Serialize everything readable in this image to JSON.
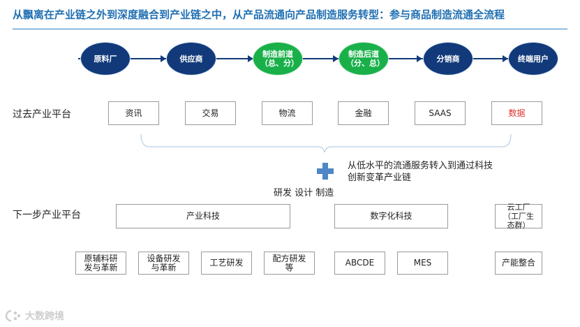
{
  "title": "从飘离在产业链之外到深度融合到产业链之中，从产品流通向产品制造服务转型：参与商品制造流通全流程",
  "chain": [
    {
      "label": "原料厂"
    },
    {
      "label": "供应商"
    },
    {
      "label": "制造前道（总、分）"
    },
    {
      "label": "制造后道（分、总）"
    },
    {
      "label": "分销商"
    },
    {
      "label": "终端用户"
    }
  ],
  "past": {
    "label": "过去产业平台",
    "items": [
      "资讯",
      "交易",
      "物流",
      "金融",
      "SAAS",
      "数据"
    ]
  },
  "transition": {
    "line1": "从低水平的流通服务转入到通过科技",
    "line2": "创新变革产业链",
    "rd": "研发 设计 制造"
  },
  "next": {
    "label": "下一步产业平台",
    "top": [
      "产业科技",
      "数字化科技",
      "云工厂（工厂生态群）"
    ],
    "bottom": [
      "原辅料研发与革新",
      "设备研发与革新",
      "工艺研发",
      "配方研发等",
      "ABCDE",
      "MES",
      "产能整合"
    ]
  },
  "watermark": "大数跨境",
  "colors": {
    "title": "#1f6fb2",
    "node_dark": "#123a7a",
    "node_green": "#19b04a",
    "highlight": "#e0332e",
    "plus": "#4f86c6"
  }
}
